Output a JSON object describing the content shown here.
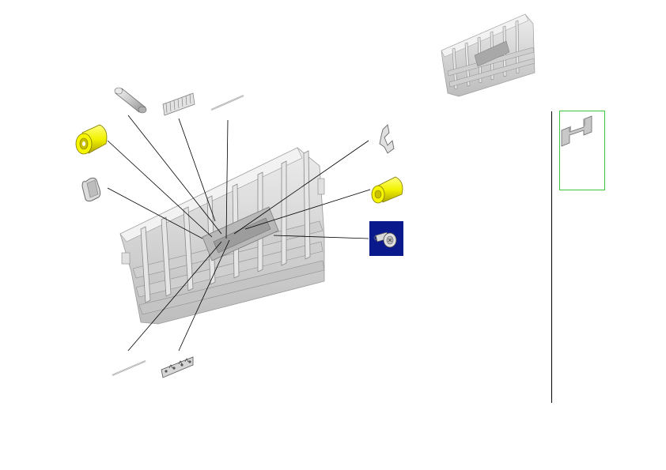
{
  "diagram": {
    "parts": [
      {
        "name": "main-frame",
        "color": "#d8d8d8"
      },
      {
        "name": "frame-preview",
        "color": "#d8d8d8"
      },
      {
        "name": "roller-left",
        "color": "#f2f200"
      },
      {
        "name": "roller-right",
        "color": "#f2f200"
      },
      {
        "name": "sleeve",
        "color": "#d0d0d0"
      },
      {
        "name": "shaft",
        "color": "#c8c8c8"
      },
      {
        "name": "comb-strip",
        "color": "#d0d0d0"
      },
      {
        "name": "pin-top",
        "color": "#c0c0c0"
      },
      {
        "name": "pin-bottom",
        "color": "#c0c0c0"
      },
      {
        "name": "spring-clip",
        "color": "#d0d0d0"
      },
      {
        "name": "hook-bracket",
        "color": "#c8c8c8"
      },
      {
        "name": "screw",
        "color": "#c8c8c8"
      },
      {
        "name": "h-bracket",
        "color": "#c8c8c8"
      }
    ],
    "colors": {
      "screw_box": "#0a1a8c",
      "thumb_border": "#3cc43c",
      "leader": "#000000",
      "frame_fill": "#d8d8d8",
      "frame_dark": "#8a8a8a",
      "frame_light": "#f0f0f0"
    }
  }
}
